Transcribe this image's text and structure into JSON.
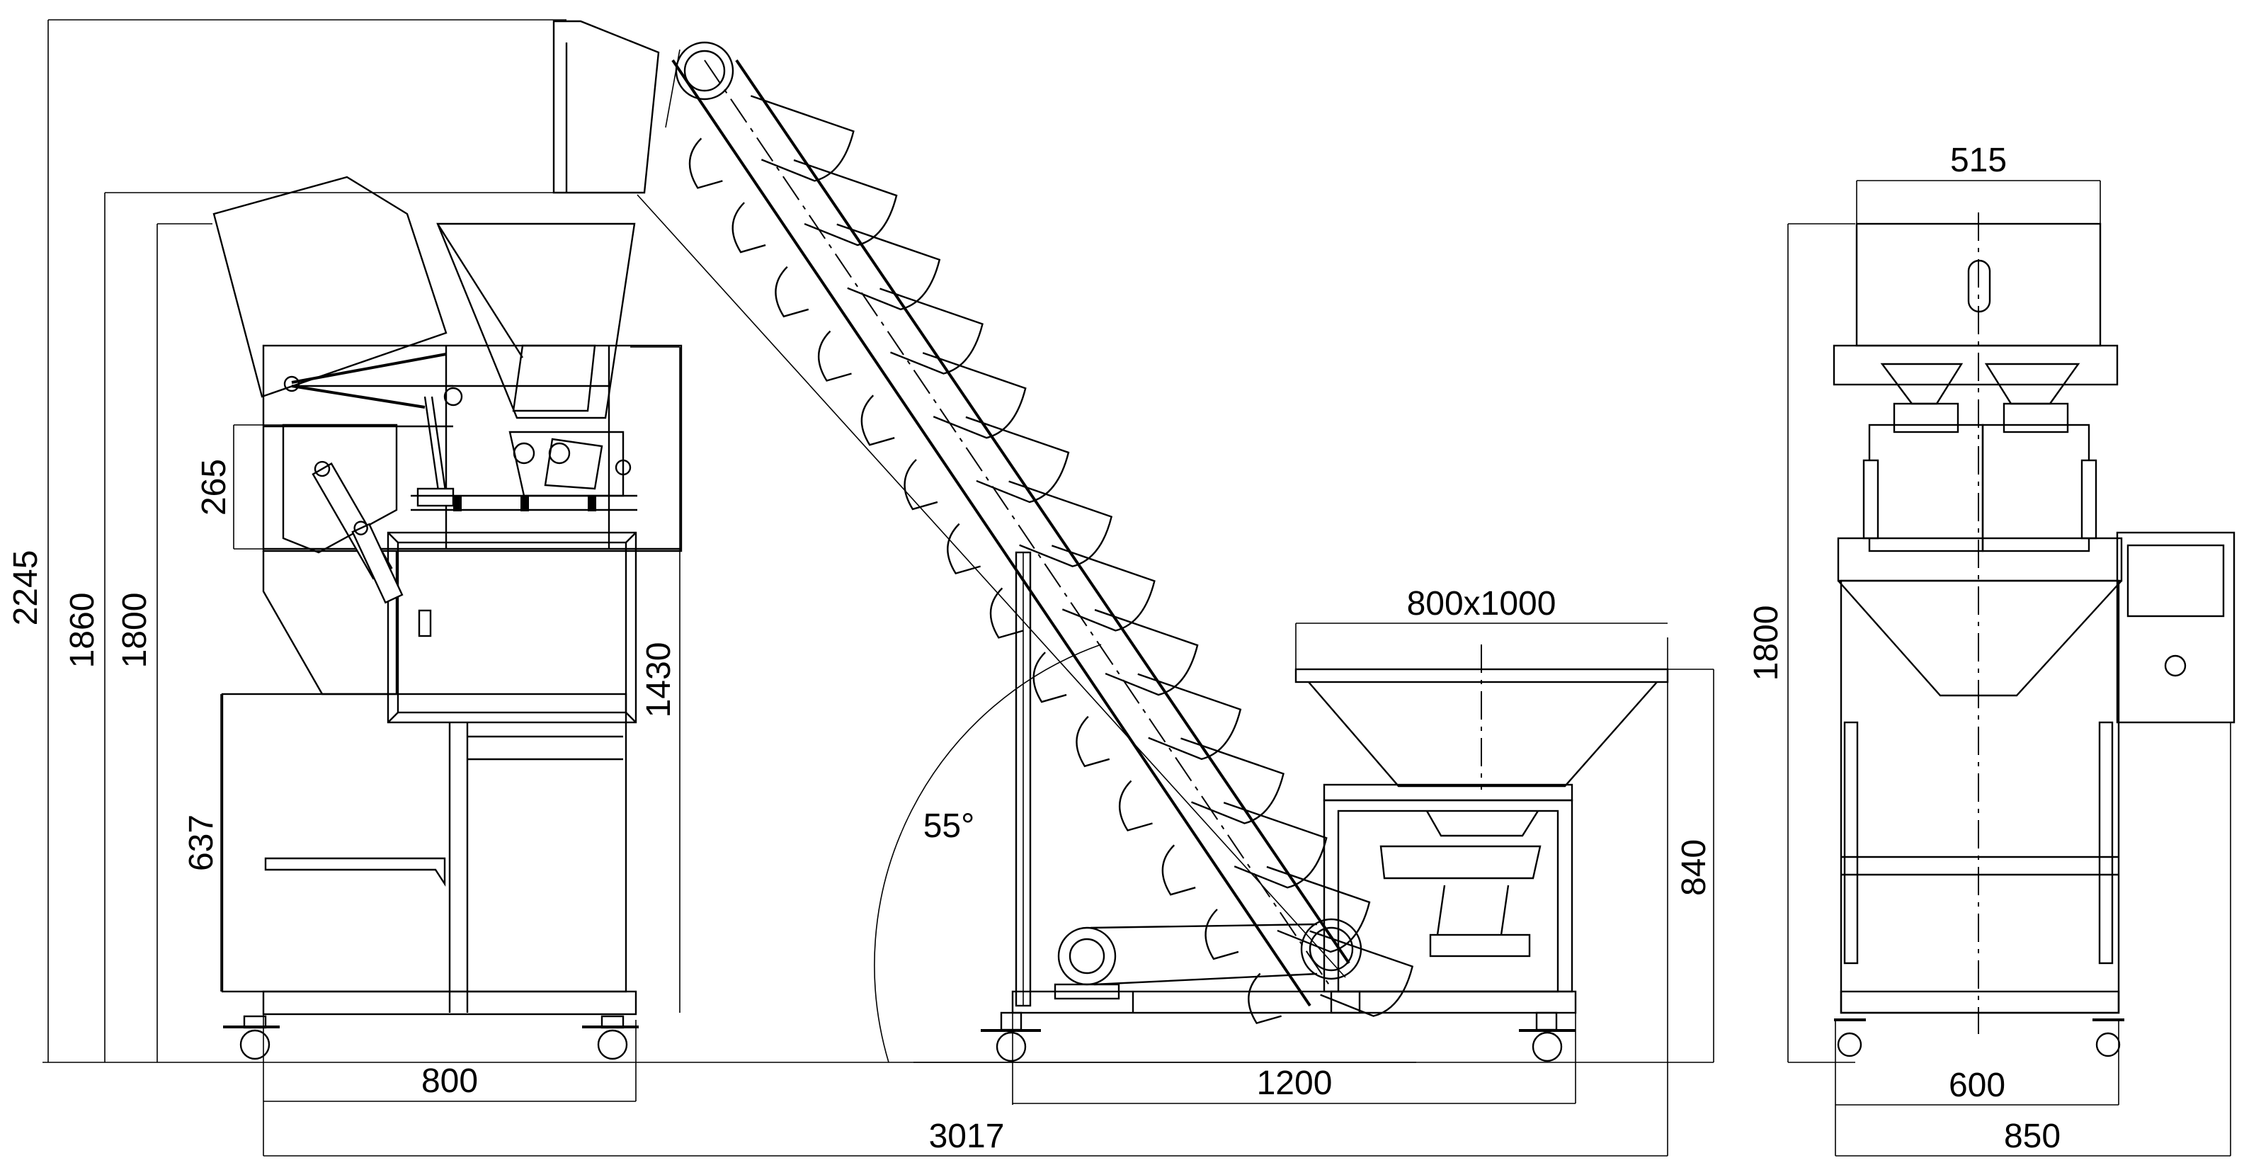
{
  "dimensions": {
    "overall_height": "2245",
    "side_height_1860": "1860",
    "side_height_1800": "1800",
    "doser_height": "265",
    "cabinet_height": "637",
    "frame_height": "1430",
    "base_width": "800",
    "conveyor_base_width": "1200",
    "overall_length": "3017",
    "hopper_size": "800x1000",
    "hopper_stand_height": "840",
    "incline_angle": "55°",
    "front_top_width": "515",
    "front_height": "1800",
    "front_base_width": "600",
    "front_overall_width": "850"
  }
}
